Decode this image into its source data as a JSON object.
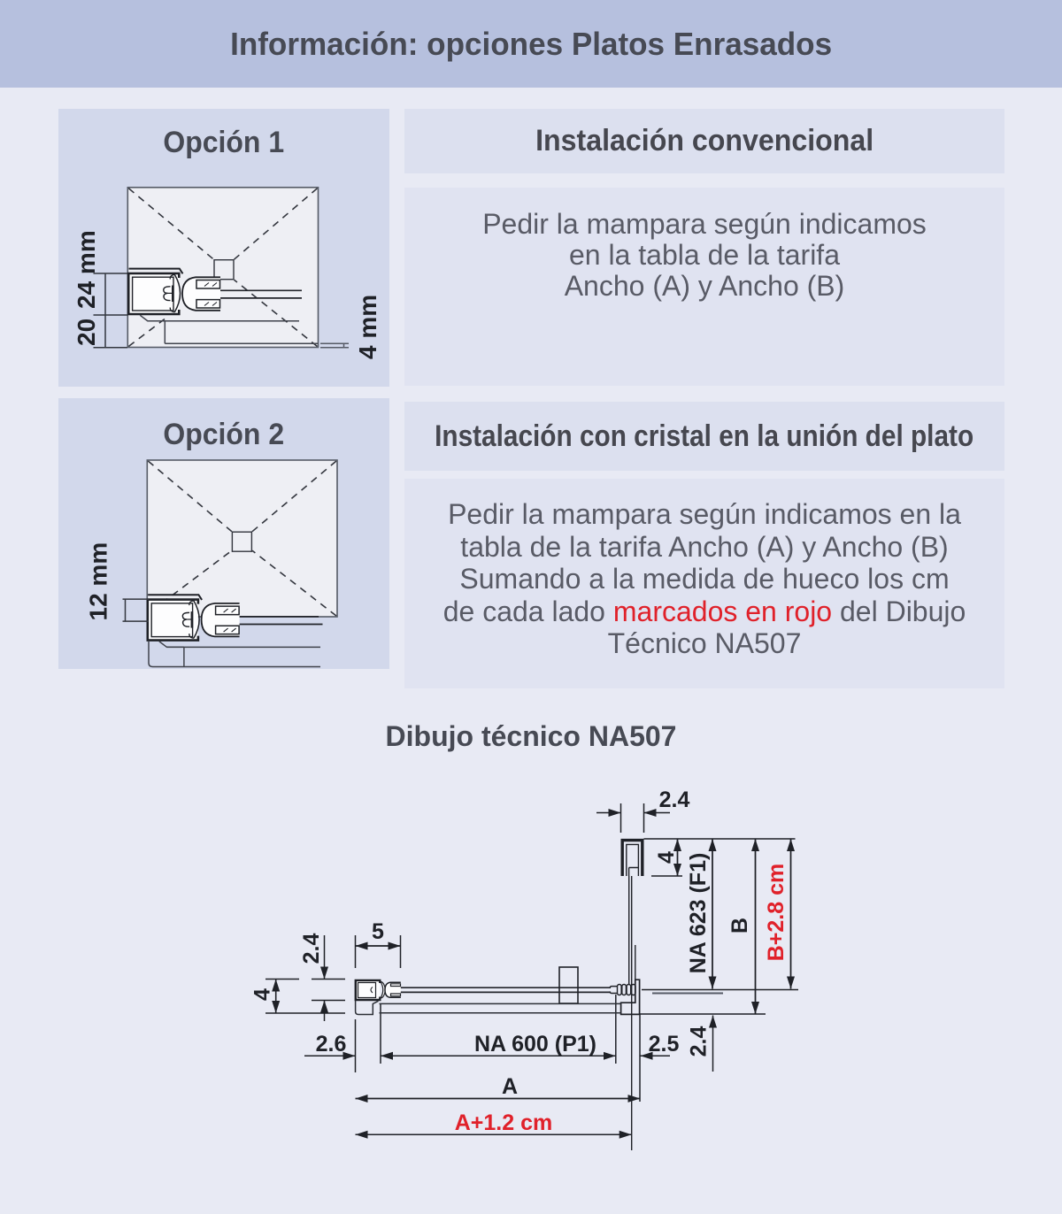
{
  "band": {
    "title": "Información: opciones Platos Enrasados"
  },
  "option1": {
    "title": "Opción 1",
    "dim_24": "24 mm",
    "dim_20": "20",
    "dim_4": "4 mm"
  },
  "option2": {
    "title": "Opción 2",
    "dim_12": "12 mm"
  },
  "section1": {
    "header": "Instalación convencional",
    "lines": [
      "Pedir la mampara según indicamos",
      "en la tabla de la tarifa",
      "Ancho (A) y Ancho (B)"
    ]
  },
  "section2": {
    "header": "Instalación con cristal en la unión del plato",
    "lines": [
      "Pedir la mampara según indicamos en la",
      "tabla de la tarifa Ancho (A) y Ancho (B)",
      "Sumando a la medida de hueco los cm"
    ],
    "line4_pre": "de cada lado ",
    "line4_red": "marcados en rojo",
    "line4_post": " del Dibujo",
    "line5": "Técnico NA507"
  },
  "tech": {
    "title": "Dibujo técnico NA507",
    "labels": {
      "top_24": "2.4",
      "right_4": "4",
      "na623": "NA 623 (F1)",
      "b": "B",
      "b_plus": "B+2.8 cm",
      "five": "5",
      "left_24": "2.4",
      "left_4": "4",
      "d26": "2.6",
      "na600": "NA 600 (P1)",
      "d25": "2.5",
      "bottom_24": "2.4",
      "a": "A",
      "a_plus": "A+1.2 cm"
    }
  },
  "colors": {
    "band_bg": "#b6c0de",
    "page_bg": "#e8eaf4",
    "panel_bg": "#d2d8eb",
    "strip_head_bg": "#dce0ef",
    "strip_body_bg": "#e0e3f1",
    "heading_text": "#474a54",
    "body_text": "#595b66",
    "line_dark": "#1f2127",
    "red": "#e0212a"
  }
}
